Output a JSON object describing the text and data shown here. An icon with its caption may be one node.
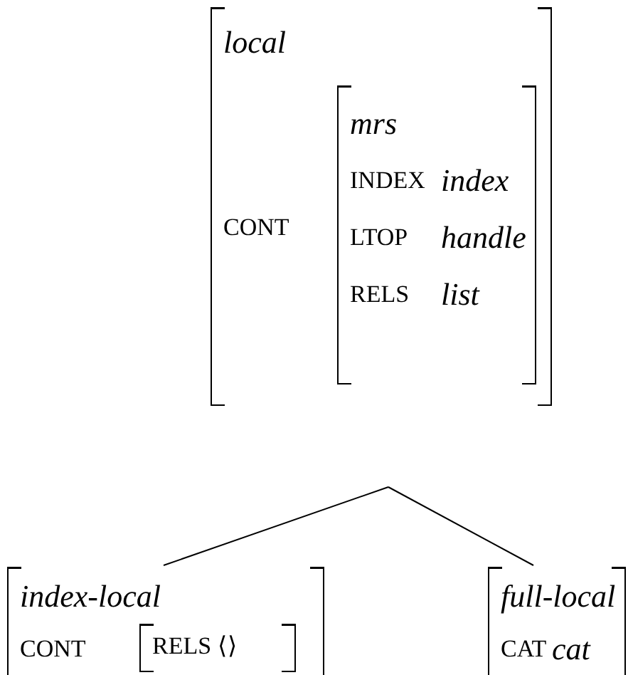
{
  "diagram": {
    "nodes": [
      {
        "text": [
          "local",
          "CONT"
        ]
      },
      {
        "text": [
          "mrs",
          "INDEX",
          "index",
          "LTOP",
          "handle",
          "RELS",
          "list"
        ],
        "in": 0
      },
      {
        "text": [
          "index-local",
          "CONT"
        ]
      },
      {
        "text": [
          "RELS ⟨⟩"
        ],
        "in": 2
      },
      {
        "text": [
          "full-local",
          "CAT",
          "cat"
        ]
      }
    ],
    "edges": [
      {
        "from": 0,
        "to": 2,
        "arrow": "none"
      },
      {
        "from": 0,
        "to": 4,
        "arrow": "none"
      }
    ]
  }
}
